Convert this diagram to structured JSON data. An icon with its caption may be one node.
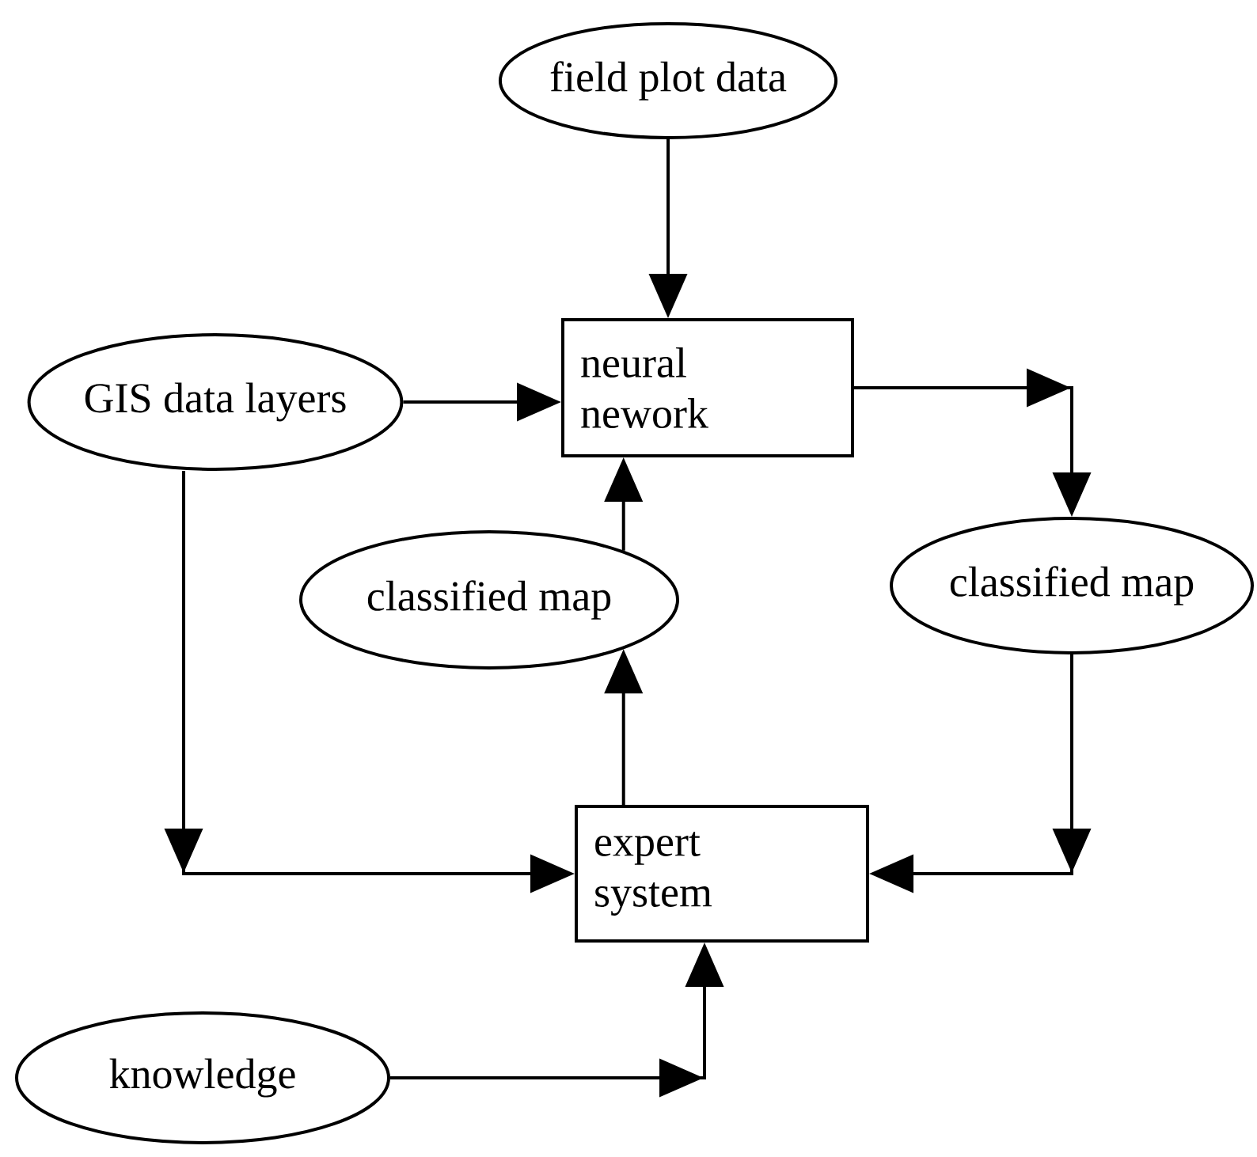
{
  "diagram": {
    "nodes": [
      {
        "text": [
          "field plot data"
        ]
      },
      {
        "text": [
          "GIS data layers"
        ]
      },
      {
        "text": [
          "neural nework"
        ]
      },
      {
        "text": [
          "classified map"
        ]
      },
      {
        "text": [
          "classified map"
        ]
      },
      {
        "text": [
          "expert system"
        ]
      },
      {
        "text": [
          "knowledge"
        ]
      }
    ],
    "edges": [
      {
        "from": 0,
        "to": 2,
        "arrow": "to"
      },
      {
        "from": 1,
        "to": 2,
        "arrow": "to"
      },
      {
        "from": 2,
        "to": 4,
        "arrow": "to"
      },
      {
        "from": 3,
        "to": 2,
        "arrow": "to"
      },
      {
        "from": 1,
        "to": 5,
        "arrow": "to"
      },
      {
        "from": 5,
        "to": 3,
        "arrow": "to"
      },
      {
        "from": 4,
        "to": 5,
        "arrow": "to"
      },
      {
        "from": 6,
        "to": 5,
        "arrow": "to"
      }
    ]
  }
}
